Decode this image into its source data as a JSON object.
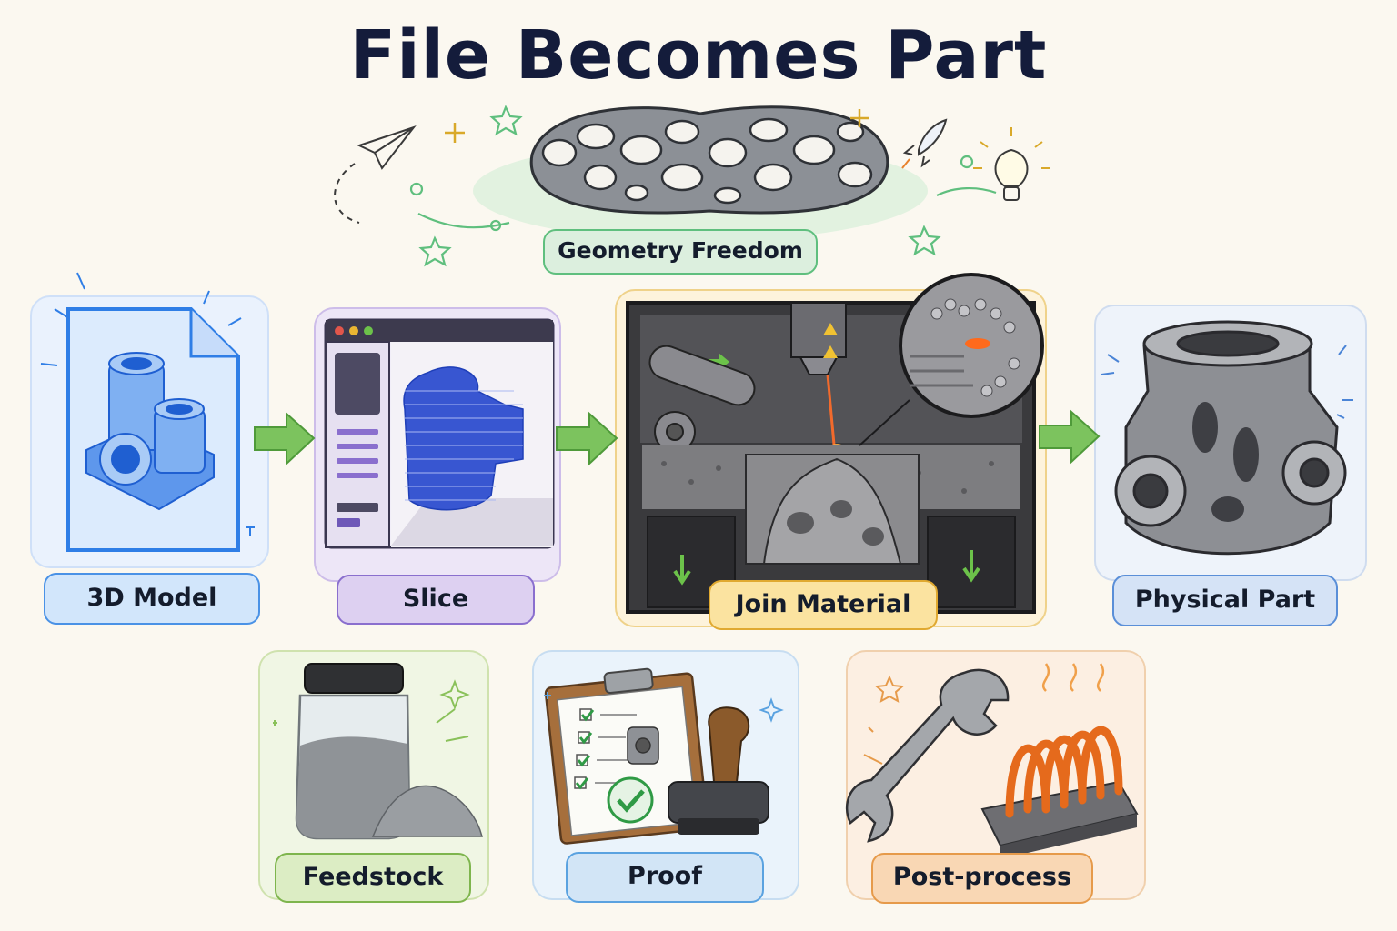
{
  "title": "File Becomes Part",
  "hero": {
    "label": "Geometry Freedom",
    "color": "#5fbf7e"
  },
  "flow": [
    {
      "id": "model",
      "label": "3D Model",
      "color": "#2f7ee6",
      "icon": "wireframe-part-icon"
    },
    {
      "id": "slice",
      "label": "Slice",
      "color": "#8a6fce",
      "icon": "slicer-window-icon"
    },
    {
      "id": "join",
      "label": "Join Material",
      "color": "#e8b33c",
      "icon": "powder-bed-laser-icon"
    },
    {
      "id": "part",
      "label": "Physical Part",
      "color": "#4a84d6",
      "icon": "metal-part-icon"
    }
  ],
  "inputs": [
    {
      "id": "feedstock",
      "label": "Feedstock",
      "color": "#8ac15a",
      "icon": "powder-jar-icon"
    },
    {
      "id": "proof",
      "label": "Proof",
      "color": "#5aa2e0",
      "icon": "clipboard-stamp-icon"
    },
    {
      "id": "post",
      "label": "Post-process",
      "color": "#e69a4a",
      "icon": "wrench-heat-icon"
    }
  ]
}
